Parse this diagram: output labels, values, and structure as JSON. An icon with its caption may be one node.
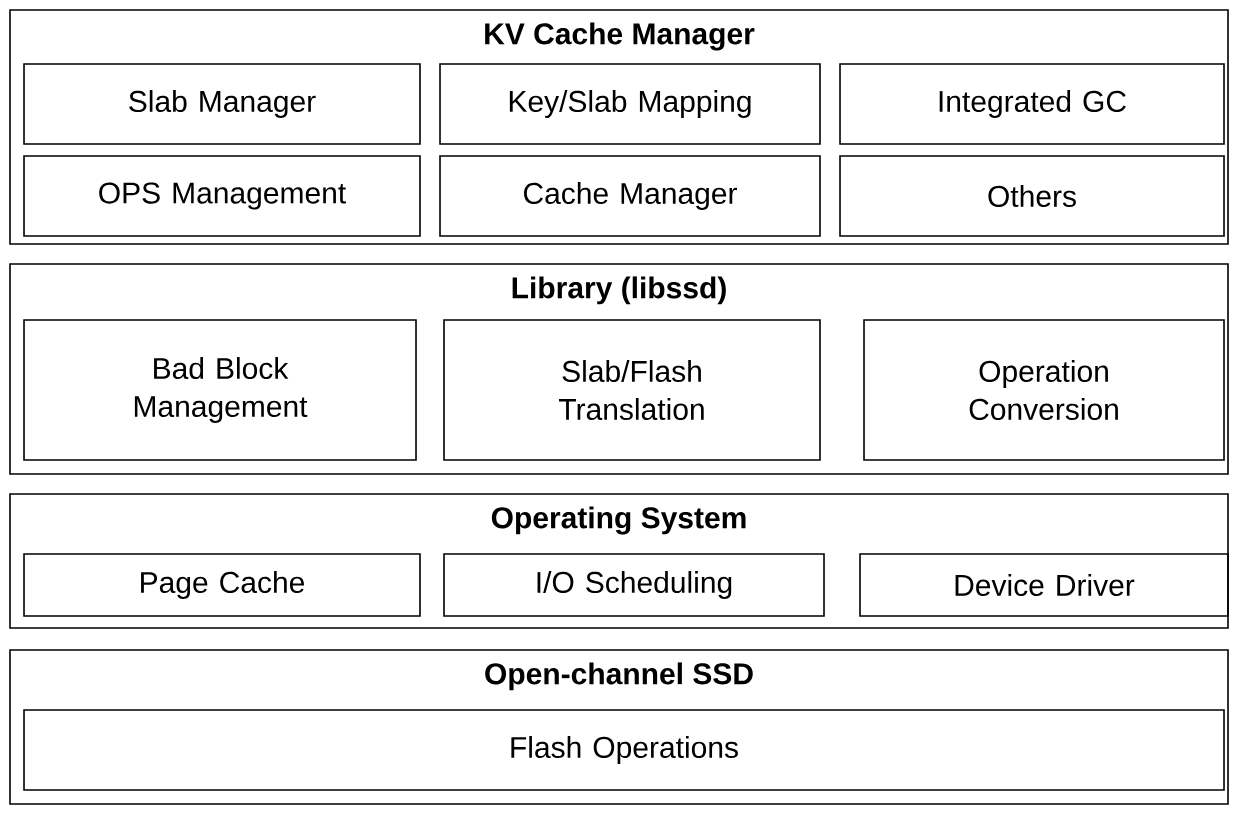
{
  "diagram": {
    "nodes": [
      {
        "text": [
          "KV Cache Manager"
        ]
      },
      {
        "text": [
          "Slab Manager"
        ],
        "in": 0
      },
      {
        "text": [
          "Key/Slab Mapping"
        ],
        "in": 0
      },
      {
        "text": [
          "Integrated GC"
        ],
        "in": 0
      },
      {
        "text": [
          "OPS Management"
        ],
        "in": 0
      },
      {
        "text": [
          "Cache Manager"
        ],
        "in": 0
      },
      {
        "text": [
          "Others"
        ],
        "in": 0
      },
      {
        "text": [
          "Library (libssd)"
        ]
      },
      {
        "text": [
          "Bad Block Management"
        ],
        "in": 7
      },
      {
        "text": [
          "Slab/Flash Translation"
        ],
        "in": 7
      },
      {
        "text": [
          "Operation Conversion"
        ],
        "in": 7
      },
      {
        "text": [
          "Operating System"
        ]
      },
      {
        "text": [
          "Page Cache"
        ],
        "in": 11
      },
      {
        "text": [
          "I/O Scheduling"
        ],
        "in": 11
      },
      {
        "text": [
          "Device Driver"
        ],
        "in": 11
      },
      {
        "text": [
          "Open-channel SSD"
        ]
      },
      {
        "text": [
          "Flash Operations"
        ],
        "in": 15
      }
    ]
  }
}
